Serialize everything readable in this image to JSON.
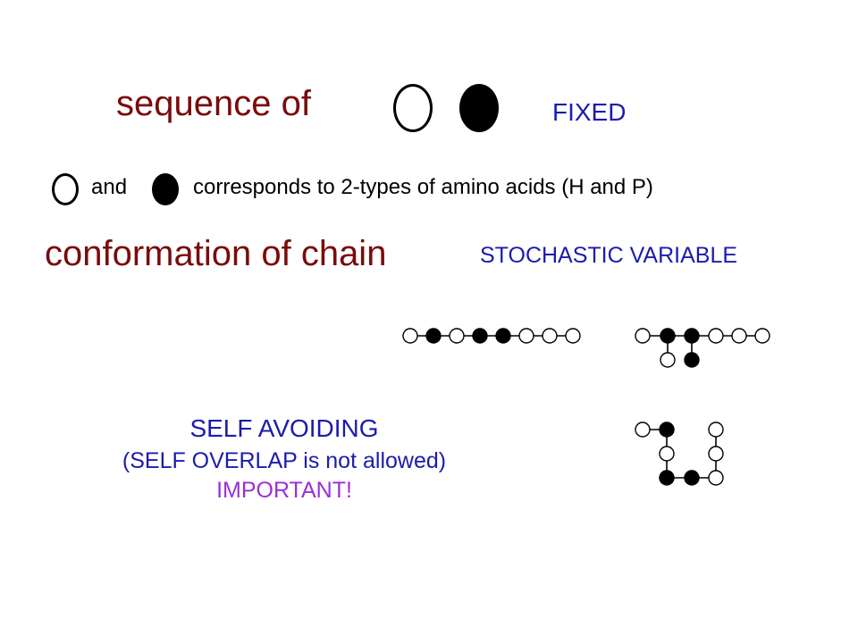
{
  "row1": {
    "sequence_label": "sequence of",
    "fixed_label": "FIXED"
  },
  "row2": {
    "and_label": "and",
    "corresponds_label": "corresponds to 2-types of amino acids (H and P)"
  },
  "row3": {
    "conformation_label": "conformation of chain",
    "stochastic_label": "STOCHASTIC VARIABLE"
  },
  "self_avoiding": {
    "title": "SELF AVOIDING",
    "subtitle": "(SELF OVERLAP is not allowed)",
    "important": "IMPORTANT!"
  },
  "colors": {
    "dark_red": "#7a0b0b",
    "blue": "#1b1bb0",
    "purple": "#9b2fd6"
  },
  "chains": [
    {
      "name": "linear",
      "sequence": [
        "P",
        "H",
        "P",
        "H",
        "H",
        "P",
        "P",
        "P"
      ]
    },
    {
      "name": "branched",
      "sequence": [
        "P",
        "H",
        "H",
        "P",
        "P",
        "P"
      ]
    },
    {
      "name": "folded",
      "sequence": [
        "P",
        "H",
        "P",
        "H",
        "H",
        "P",
        "P",
        "P"
      ]
    }
  ]
}
